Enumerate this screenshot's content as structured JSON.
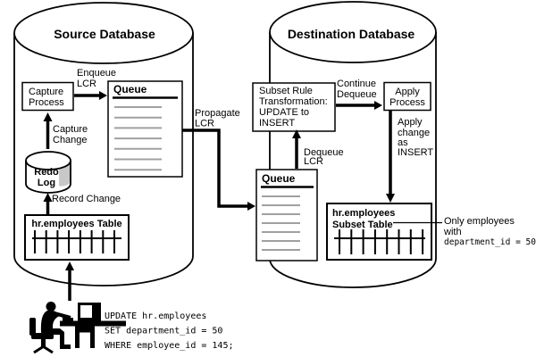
{
  "diagram": {
    "source": {
      "title": "Source Database",
      "capture_process": [
        "Capture",
        "Process"
      ],
      "enqueue": [
        "Enqueue",
        "LCR"
      ],
      "queue_title": "Queue",
      "capture_change": [
        "Capture",
        "Change"
      ],
      "redo_log": [
        "Redo",
        "Log"
      ],
      "record_change": "Record Change",
      "table_title": "hr.employees Table"
    },
    "destination": {
      "title": "Destination Database",
      "subset_rule": [
        "Subset Rule",
        "Transformation:",
        "UPDATE to",
        "INSERT"
      ],
      "continue_dequeue": [
        "Continue",
        "Dequeue"
      ],
      "apply_process": [
        "Apply",
        "Process"
      ],
      "apply_change": [
        "Apply",
        "change",
        "as",
        "INSERT"
      ],
      "dequeue": [
        "Dequeue",
        "LCR"
      ],
      "queue_title": "Queue",
      "subset_table": [
        "hr.employees",
        "Subset Table"
      ]
    },
    "propagate": [
      "Propagate",
      "LCR"
    ],
    "callout": [
      "Only employees",
      "with",
      "department_id = 50"
    ],
    "sql": [
      "UPDATE hr.employees",
      "SET department_id = 50",
      "WHERE employee_id = 145;"
    ]
  },
  "colors": {
    "ink": "#000000",
    "background": "#ffffff",
    "queue_stripe": "#a0a0a0",
    "redo_shade": "#c8c8c8"
  }
}
